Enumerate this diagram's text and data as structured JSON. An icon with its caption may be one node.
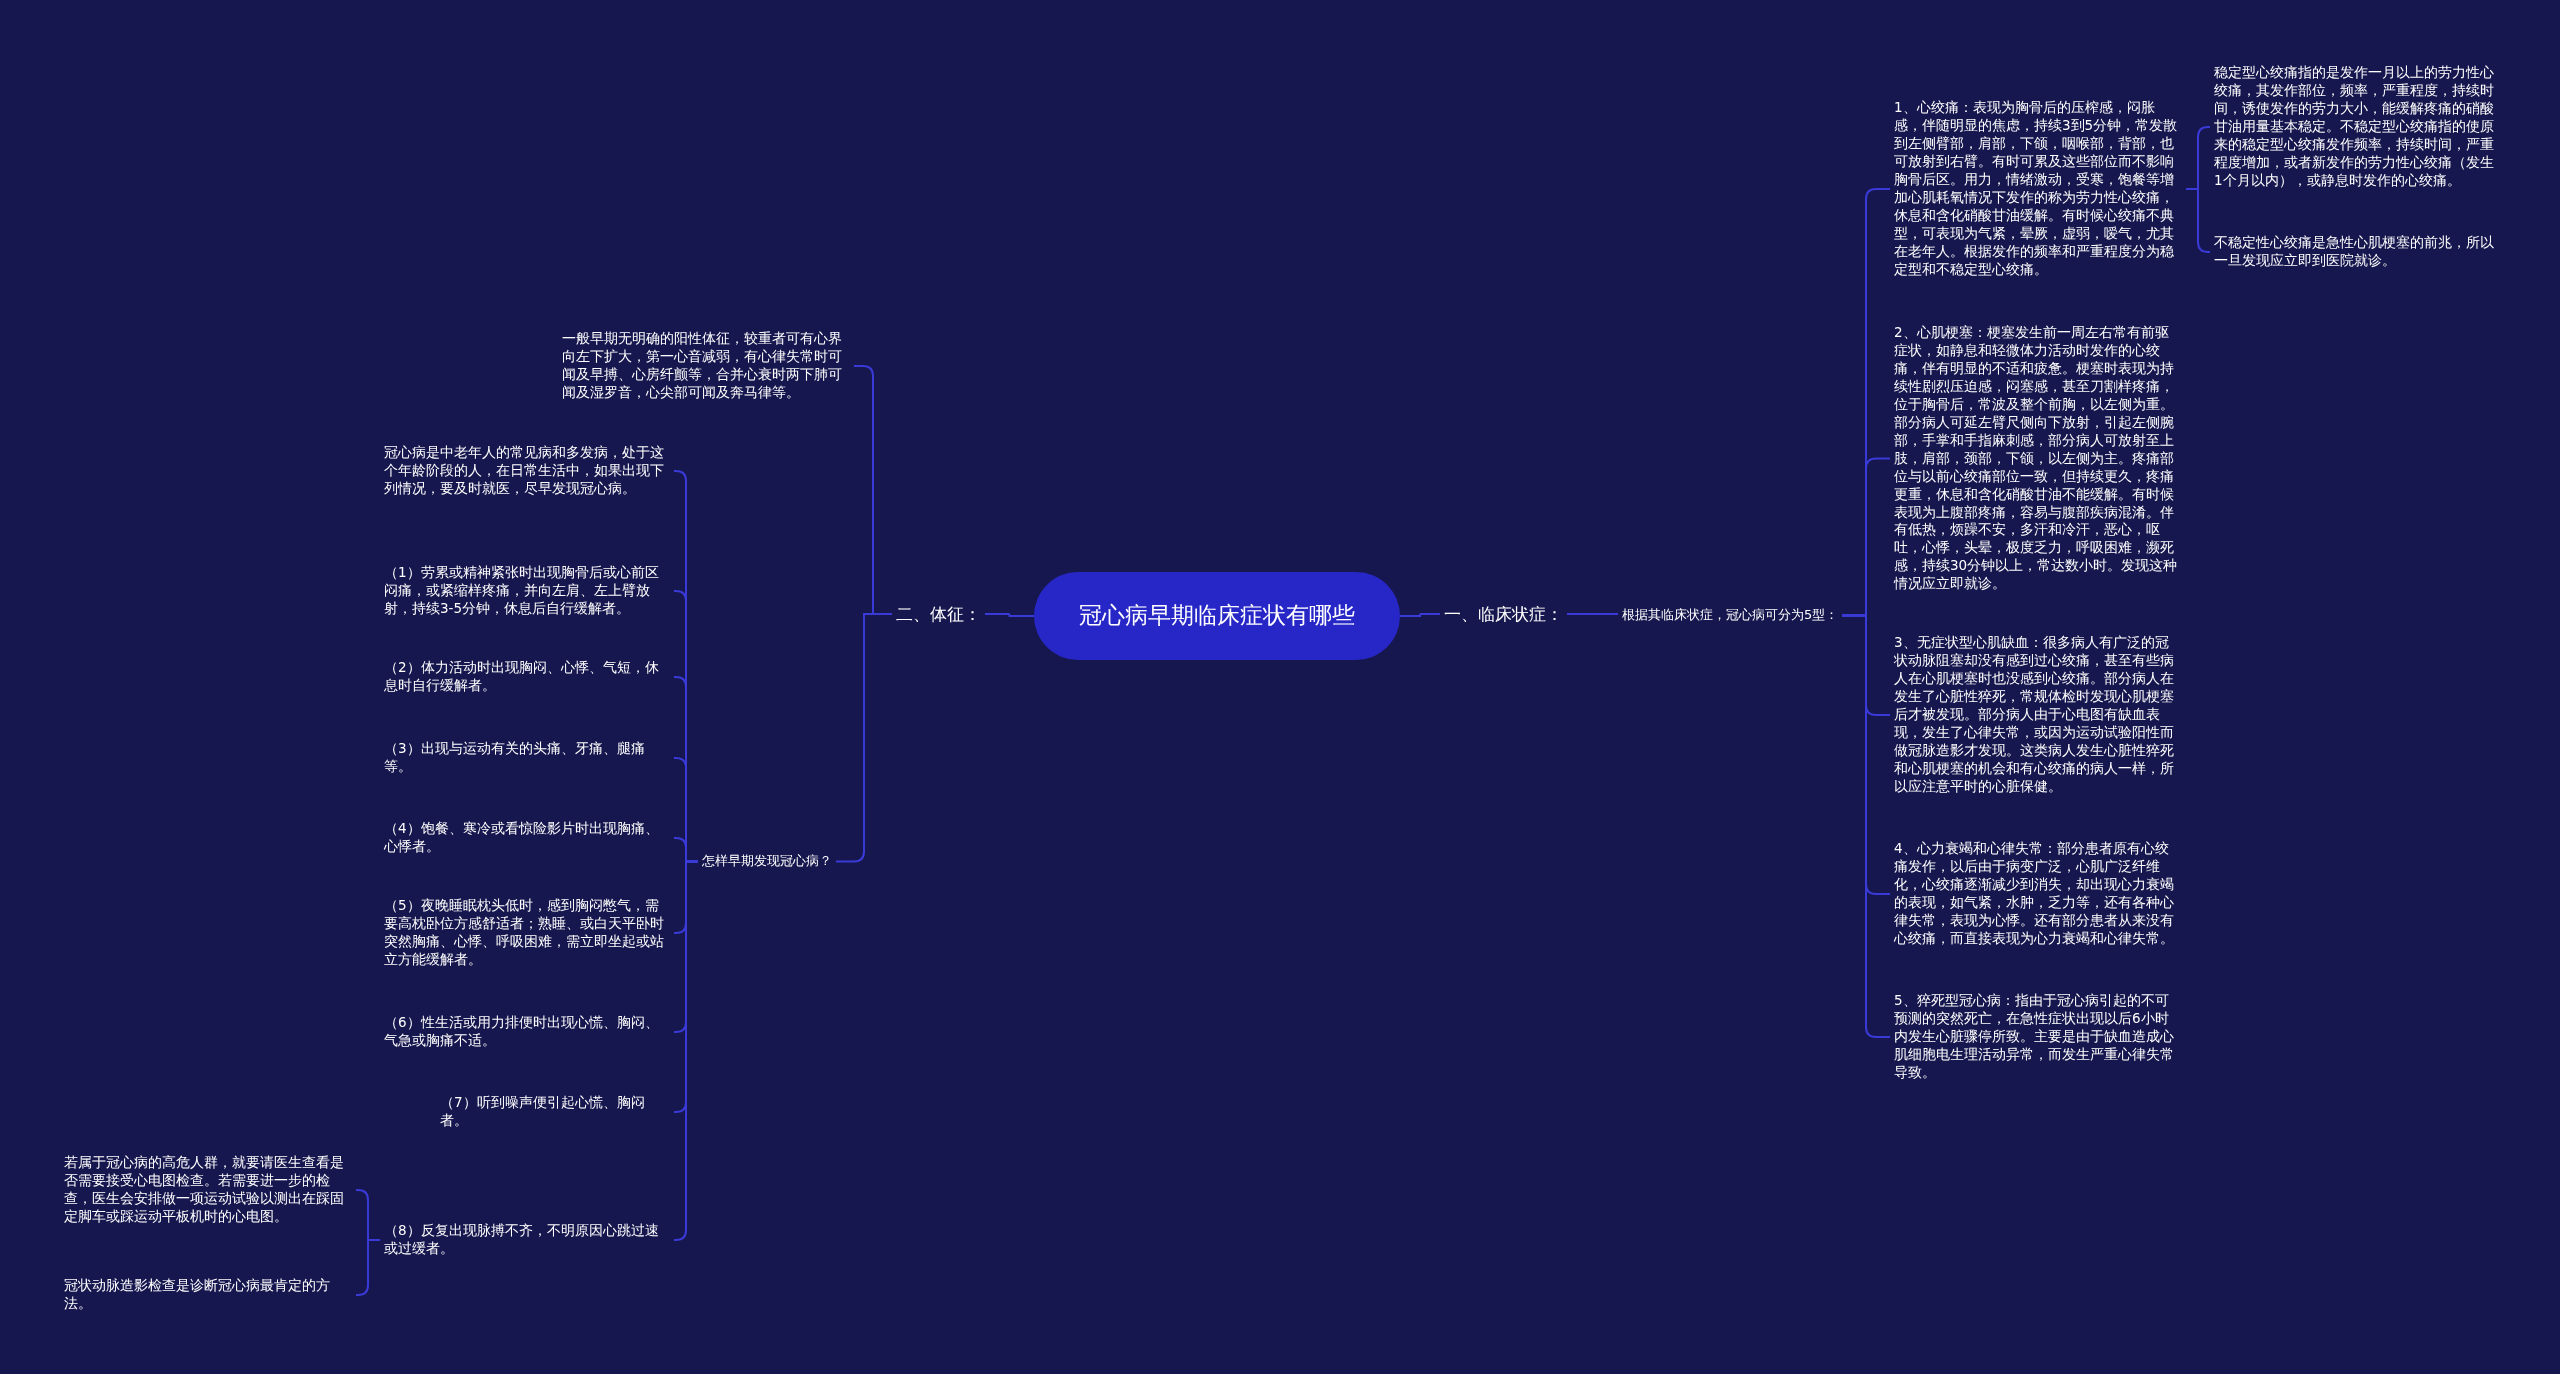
{
  "diagram": {
    "nodes": [
      {
        "text": [
          "冠心病早期临床症状有哪些"
        ]
      },
      {
        "text": [
          "一、临床状症："
        ]
      },
      {
        "text": [
          "根据其临床状症，冠心病可分为5型："
        ]
      },
      {
        "text": [
          "1、心绞痛：表现为胸骨后的压榨感，闷胀感，伴随明显的焦虑，持续3到5分钟，常发散到左侧臂部，肩部，下颌，咽喉部，背部，也可放射到右臂。有时可累及这些部位而不影响胸骨后区。用力，情绪激动，受寒，饱餐等增加心肌耗氧情况下发作的称为劳力性心绞痛，休息和含化硝酸甘油缓解。有时候心绞痛不典型，可表现为气紧，晕厥，虚弱，嗳气，尤其在老年人。根据发作的频率和严重程度分为稳定型和不稳定型心绞痛。"
        ]
      },
      {
        "text": [
          "2、心肌梗塞：梗塞发生前一周左右常有前驱症状，如静息和轻微体力活动时发作的心绞痛，伴有明显的不适和疲惫。梗塞时表现为持续性剧烈压迫感，闷塞感，甚至刀割样疼痛，位于胸骨后，常波及整个前胸，以左侧为重。部分病人可延左臂尺侧向下放射，引起左侧腕部，手掌和手指麻刺感，部分病人可放射至上肢，肩部，颈部，下颌，以左侧为主。疼痛部位与以前心绞痛部位一致，但持续更久，疼痛更重，休息和含化硝酸甘油不能缓解。有时候表现为上腹部疼痛，容易与腹部疾病混淆。伴有低热，烦躁不安，多汗和冷汗，恶心，呕吐，心悸，头晕，极度乏力，呼吸困难，濒死感，持续30分钟以上，常达数小时。发现这种情况应立即就诊。"
        ]
      },
      {
        "text": [
          "3、无症状型心肌缺血：很多病人有广泛的冠状动脉阻塞却没有感到过心绞痛，甚至有些病人在心肌梗塞时也没感到心绞痛。部分病人在发生了心脏性猝死，常规体检时发现心肌梗塞后才被发现。部分病人由于心电图有缺血表现，发生了心律失常，或因为运动试验阳性而做冠脉造影才发现。这类病人发生心脏性猝死和心肌梗塞的机会和有心绞痛的病人一样，所以应注意平时的心脏保健。"
        ]
      },
      {
        "text": [
          "4、心力衰竭和心律失常：部分患者原有心绞痛发作，以后由于病变广泛，心肌广泛纤维化，心绞痛逐渐减少到消失，却出现心力衰竭的表现，如气紧，水肿，乏力等，还有各种心律失常，表现为心悸。还有部分患者从来没有心绞痛，而直接表现为心力衰竭和心律失常。"
        ]
      },
      {
        "text": [
          "5、猝死型冠心病：指由于冠心病引起的不可预测的突然死亡，在急性症状出现以后6小时内发生心脏骤停所致。主要是由于缺血造成心肌细胞电生理活动异常，而发生严重心律失常导致。"
        ]
      },
      {
        "text": [
          "稳定型心绞痛指的是发作一月以上的劳力性心绞痛，其发作部位，频率，严重程度，持续时间，诱使发作的劳力大小，能缓解疼痛的硝酸甘油用量基本稳定。不稳定型心绞痛指的使原来的稳定型心绞痛发作频率，持续时间，严重程度增加，或者新发作的劳力性心绞痛（发生1个月以内），或静息时发作的心绞痛。"
        ]
      },
      {
        "text": [
          "不稳定性心绞痛是急性心肌梗塞的前兆，所以一旦发现应立即到医院就诊。"
        ]
      },
      {
        "text": [
          "二、体征："
        ]
      },
      {
        "text": [
          "一般早期无明确的阳性体征，较重者可有心界向左下扩大，第一心音减弱，有心律失常时可闻及早搏、心房纤颤等，合并心衰时两下肺可闻及湿罗音，心尖部可闻及奔马律等。"
        ]
      },
      {
        "text": [
          "怎样早期发现冠心病？"
        ]
      },
      {
        "text": [
          "冠心病是中老年人的常见病和多发病，处于这个年龄阶段的人，在日常生活中，如果出现下列情况，要及时就医，尽早发现冠心病。"
        ]
      },
      {
        "text": [
          "（1）劳累或精神紧张时出现胸骨后或心前区闷痛，或紧缩样疼痛，并向左肩、左上臂放射，持续3-5分钟，休息后自行缓解者。"
        ]
      },
      {
        "text": [
          "（2）体力活动时出现胸闷、心悸、气短，休息时自行缓解者。"
        ]
      },
      {
        "text": [
          "（3）出现与运动有关的头痛、牙痛、腿痛等。"
        ]
      },
      {
        "text": [
          "（4）饱餐、寒冷或看惊险影片时出现胸痛、心悸者。"
        ]
      },
      {
        "text": [
          "（5）夜晚睡眠枕头低时，感到胸闷憋气，需要高枕卧位方感舒适者；熟睡、或白天平卧时突然胸痛、心悸、呼吸困难，需立即坐起或站立方能缓解者。"
        ]
      },
      {
        "text": [
          "（6）性生活或用力排便时出现心慌、胸闷、气急或胸痛不适。"
        ]
      },
      {
        "text": [
          "（7）听到噪声便引起心慌、胸闷者。"
        ]
      },
      {
        "text": [
          "（8）反复出现脉搏不齐，不明原因心跳过速或过缓者。"
        ]
      },
      {
        "text": [
          "若属于冠心病的高危人群，就要请医生查看是否需要接受心电图检查。若需要进一步的检查，医生会安排做一项运动试验以测出在踩固定脚车或踩运动平板机时的心电图。"
        ]
      },
      {
        "text": [
          "冠状动脉造影检查是诊断冠心病最肯定的方法。"
        ]
      }
    ],
    "edges": [
      {
        "from": 0,
        "to": 1,
        "arrow": "none"
      },
      {
        "from": 1,
        "to": 2,
        "arrow": "none"
      },
      {
        "from": 2,
        "to": 3,
        "arrow": "none"
      },
      {
        "from": 2,
        "to": 4,
        "arrow": "none"
      },
      {
        "from": 2,
        "to": 5,
        "arrow": "none"
      },
      {
        "from": 2,
        "to": 6,
        "arrow": "none"
      },
      {
        "from": 2,
        "to": 7,
        "arrow": "none"
      },
      {
        "from": 3,
        "to": 8,
        "arrow": "none"
      },
      {
        "from": 3,
        "to": 9,
        "arrow": "none"
      },
      {
        "from": 0,
        "to": 10,
        "arrow": "none"
      },
      {
        "from": 10,
        "to": 11,
        "arrow": "none"
      },
      {
        "from": 10,
        "to": 12,
        "arrow": "none"
      },
      {
        "from": 12,
        "to": 13,
        "arrow": "none"
      },
      {
        "from": 12,
        "to": 14,
        "arrow": "none"
      },
      {
        "from": 12,
        "to": 15,
        "arrow": "none"
      },
      {
        "from": 12,
        "to": 16,
        "arrow": "none"
      },
      {
        "from": 12,
        "to": 17,
        "arrow": "none"
      },
      {
        "from": 12,
        "to": 18,
        "arrow": "none"
      },
      {
        "from": 12,
        "to": 19,
        "arrow": "none"
      },
      {
        "from": 12,
        "to": 20,
        "arrow": "none"
      },
      {
        "from": 12,
        "to": 21,
        "arrow": "none"
      },
      {
        "from": 21,
        "to": 22,
        "arrow": "none"
      },
      {
        "from": 21,
        "to": 23,
        "arrow": "none"
      }
    ]
  }
}
